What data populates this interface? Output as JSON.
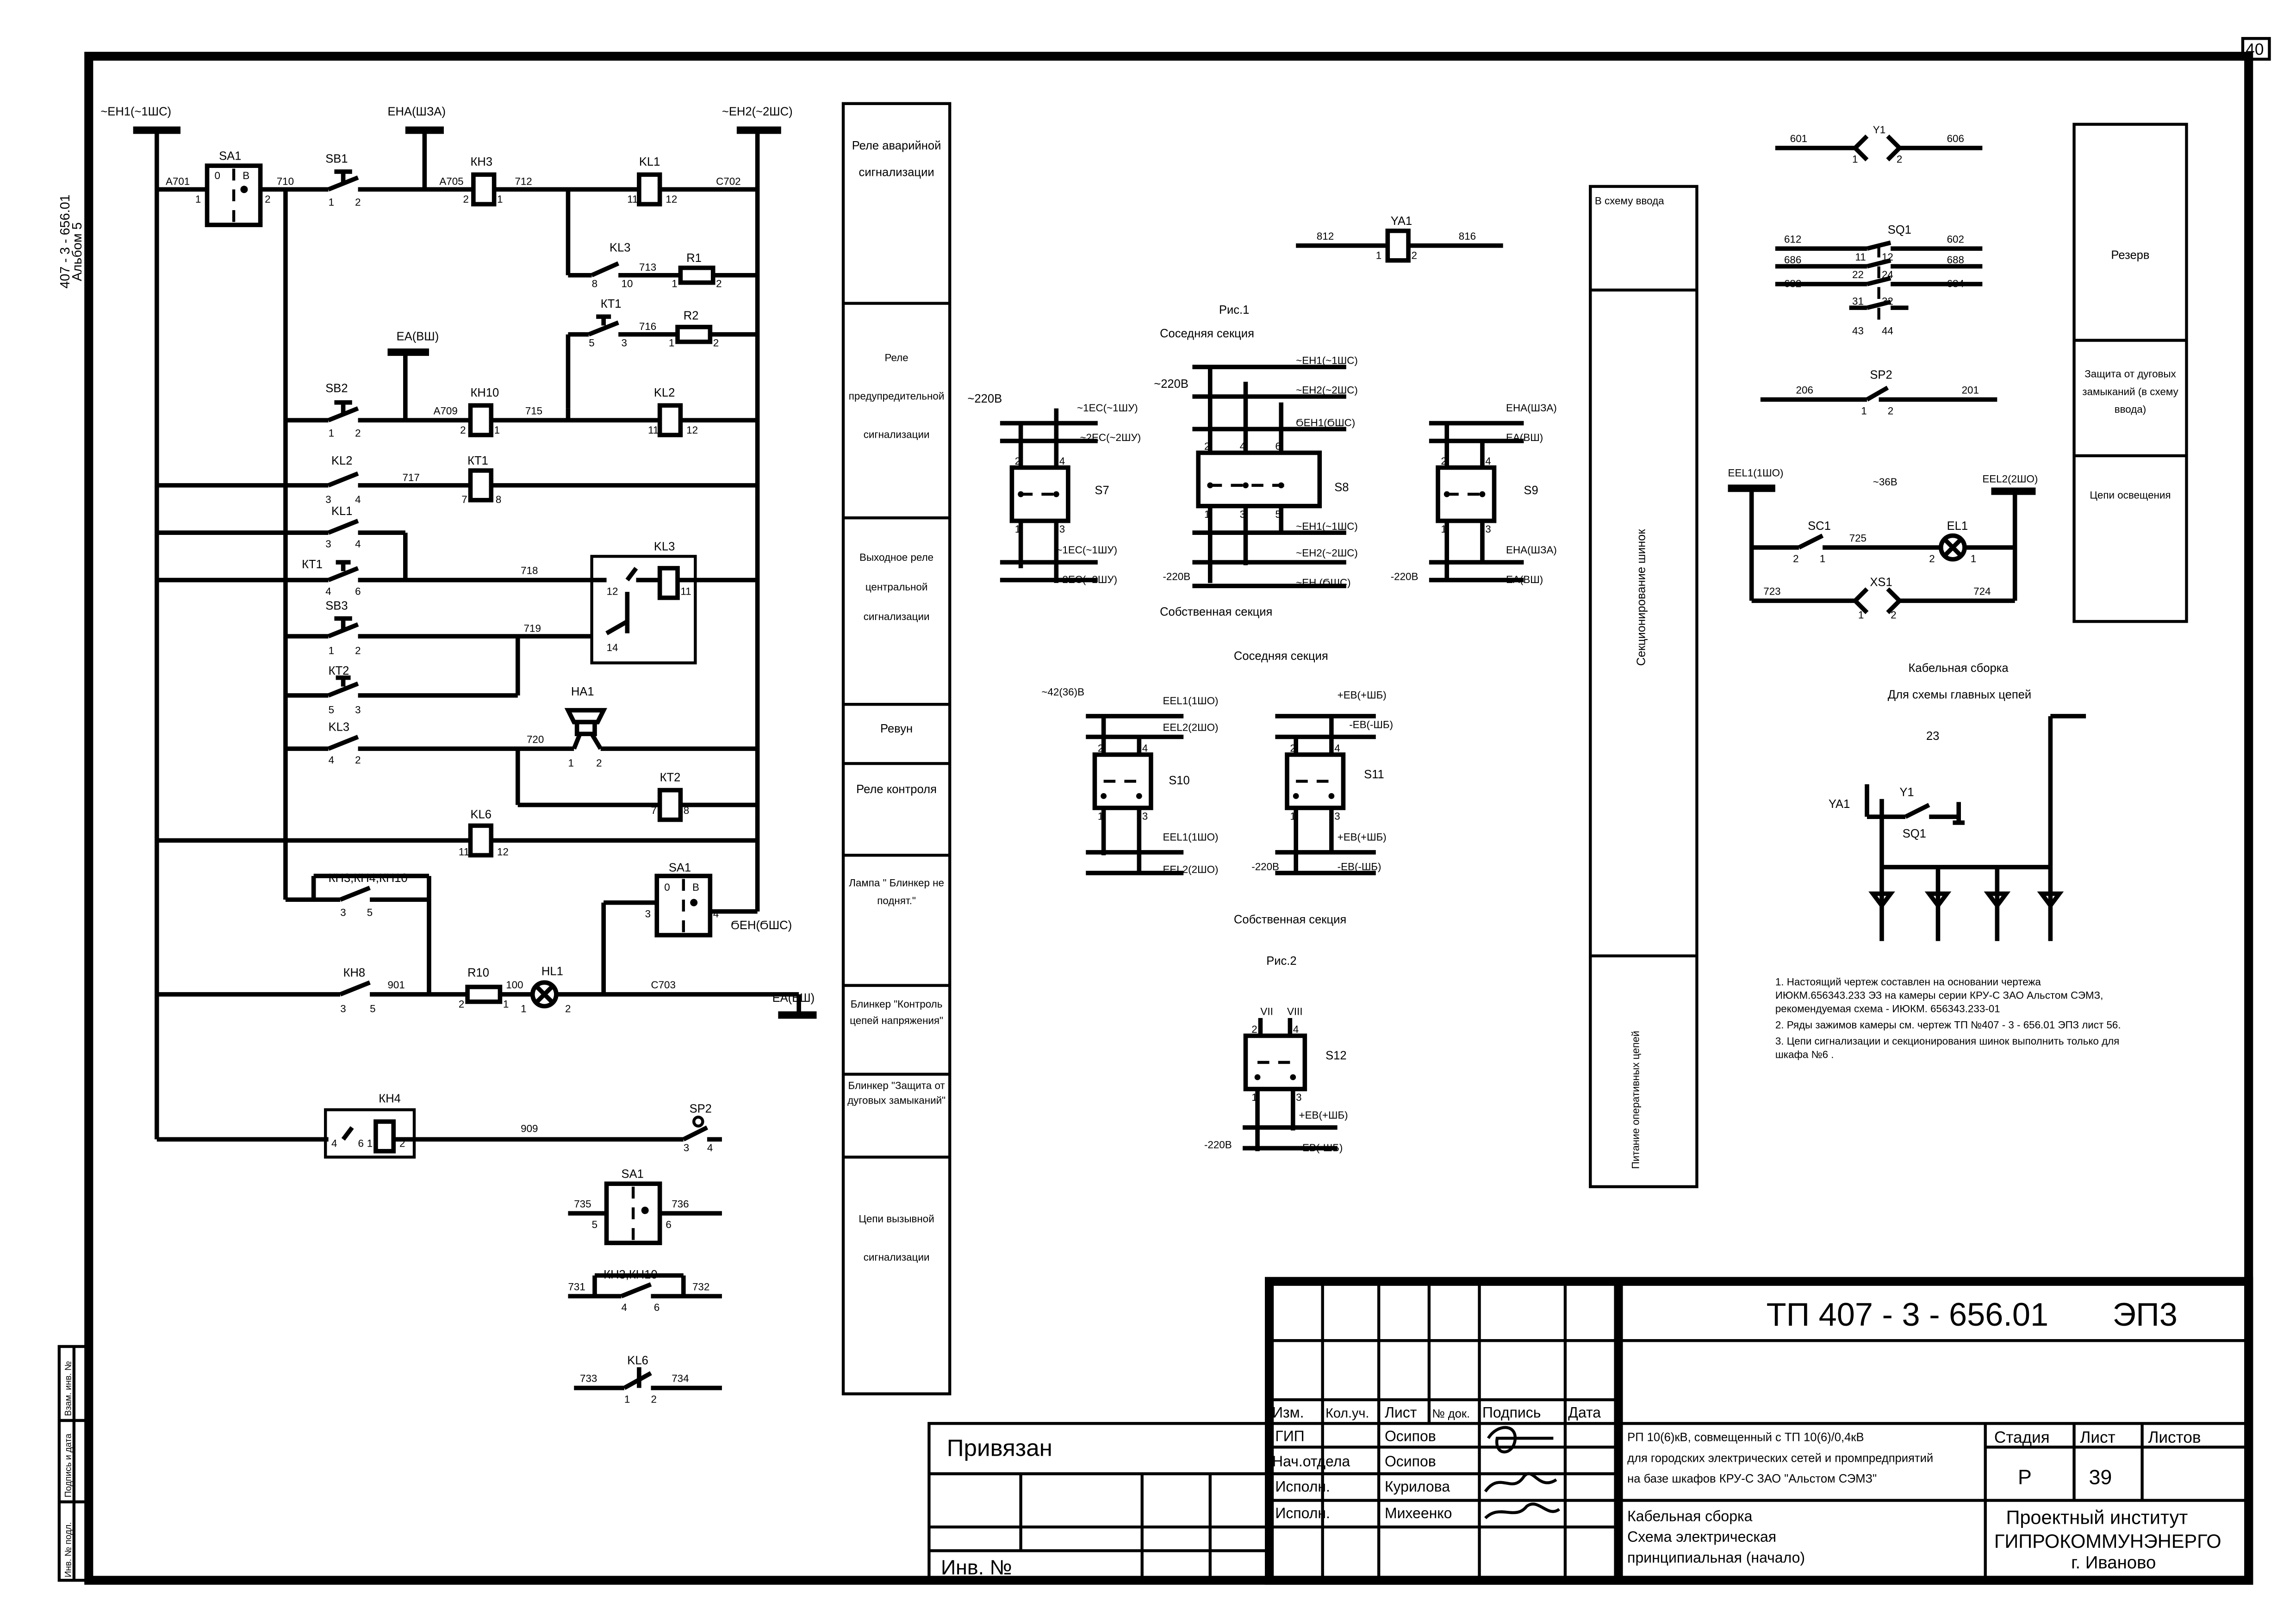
{
  "sheet_corner_number": "40",
  "album": {
    "code": "407 - 3 - 656.01",
    "volume": "Альбом 5"
  },
  "side_stamp": [
    "Инв. № подл.",
    "Подпись и дата",
    "Взам. инв. №"
  ],
  "buses": {
    "eh1": "~ЕН1(~1ШС)",
    "eha": "ЕНА(ШЗА)",
    "eh2": "~ЕН2(~2ШС)",
    "ea": "ЕА(ВШ)",
    "ceh": "ϬЕН(ϬШС)",
    "ea2": "ЕА(ВШ)"
  },
  "elements": {
    "sa1": "SA1",
    "sa1_o": "0",
    "sa1_b": "В",
    "sb1": "SB1",
    "kh3": "КН3",
    "kl1": "KL1",
    "kl3": "KL3",
    "r1": "R1",
    "kt1": "КТ1",
    "r2": "R2",
    "sb2": "SB2",
    "kh10": "КН10",
    "kl2": "KL2",
    "kt1b": "КТ1",
    "sb3": "SB3",
    "kt2": "КТ2",
    "ha1": "НА1",
    "kl6": "KL6",
    "khgroup": "КН3,КН4,КН10",
    "kh8": "КН8",
    "r10": "R10",
    "hl1": "HL1",
    "kh4": "КН4",
    "sp2": "SP2",
    "sa1b": "SA1",
    "khgroup2": "КН3,КН10",
    "kl6b": "KL6",
    "kl2s": "KL2",
    "kl1s": "KL1",
    "kt1s": "КТ1",
    "kl3s": "KL3",
    "kt2s": "КТ2"
  },
  "wires": {
    "a701": "А701",
    "w710": "710",
    "a705": "А705",
    "w712": "712",
    "c702": "С702",
    "w713": "713",
    "w716": "716",
    "a709": "А709",
    "w715": "715",
    "w717": "717",
    "w718": "718",
    "w719": "719",
    "w720": "720",
    "w901": "901",
    "w100": "100",
    "c703": "С703",
    "w909": "909",
    "w735": "735",
    "w736": "736",
    "w731": "731",
    "w732": "732",
    "w733": "733",
    "w734": "734"
  },
  "pins": {
    "p1": "1",
    "p2": "2",
    "p3": "3",
    "p4": "4",
    "p5": "5",
    "p6": "6",
    "p7": "7",
    "p8": "8",
    "p10": "10",
    "p11": "11",
    "p12": "12",
    "p14": "14"
  },
  "legend_panel": [
    "Реле аварийной сигнализации",
    "Реле предупредительной сигнализации",
    "Выходное реле центральной сигнализации",
    "Ревун",
    "Реле контроля",
    "Лампа \" Блинкер не поднят.\"",
    "Блинкер \"Контроль цепей напряжения\"",
    "Блинкер \"Защита от дуговых замыканий\"",
    "Цепи вызывной сигнализации"
  ],
  "center": {
    "ya1": "YA1",
    "w812": "812",
    "w816": "816",
    "fig1": "Рис.1",
    "adjacent": "Соседняя секция",
    "own": "Собственная секция",
    "fig2": "Рис.2",
    "s7": "S7",
    "s8": "S8",
    "s9": "S9",
    "s10": "S10",
    "s11": "S11",
    "s12": "S12",
    "v220": "~220В",
    "v220b": "~220В",
    "v220c": "-220В",
    "v220d": "-220В",
    "v42": "~42(36)В",
    "ec1": "~1ЕС(~1ШУ)",
    "ec2": "~2ЕС(~2ШУ)",
    "eh1": "~ЕН1(~1ШС)",
    "eh2": "~ЕН2(~2ШС)",
    "ceh": "ϬЕН1(ϬШС)",
    "eh": "~ЕН (ϬШС)",
    "eha": "ЕНА(ШЗА)",
    "ea": "ЕА(ВШ)",
    "eel1": "ЕЕL1(1ШО)",
    "eel2": "ЕЕL2(2ШО)",
    "ebp": "+ЕВ(+ШБ)",
    "ebm": "-ЕВ(-ШБ)",
    "vii": "VII",
    "viii": "VIII"
  },
  "middle_panel": {
    "top": "В схему ввода",
    "mid": "Секционирование шинок",
    "bottom": "Питание оперативных цепей"
  },
  "right": {
    "y1": "Y1",
    "w601": "601",
    "w606": "606",
    "sq1": "SQ1",
    "w612": "612",
    "w602": "602",
    "w686": "686",
    "w688": "688",
    "w682": "682",
    "w684": "684",
    "p11": "11",
    "p12": "12",
    "p22": "22",
    "p24": "24",
    "p31": "31",
    "p32": "32",
    "p43": "43",
    "p44": "44",
    "sp2": "SP2",
    "w206": "206",
    "w201": "201",
    "eel1": "ЕЕL1(1ШО)",
    "v36": "~36В",
    "eel2": "ЕЕL2(2ШО)",
    "sc1": "SC1",
    "w725": "725",
    "el1": "EL1",
    "xs1": "XS1",
    "w723": "723",
    "w724": "724",
    "cable_title": "Кабельная сборка",
    "main_circuits": "Для схемы главных цепей",
    "n23": "23",
    "ya1": "YA1",
    "y1b": "Y1",
    "sq1b": "SQ1"
  },
  "right_panel": [
    "Резерв",
    "Защита от дуговых замыканий (в схему ввода)",
    "Цепи освещения"
  ],
  "notes": [
    "1. Настоящий чертеж составлен на основании чертежа ИЮКМ.656343.233 ЭЗ на камеры серии КРУ-С ЗАО Альстом СЭМЗ, рекомендуемая схема - ИЮКМ. 656343.233-01",
    "2. Ряды зажимов камеры см. чертеж ТП №407 - 3 - 656.01 ЭПЗ лист 56.",
    "3. Цепи сигнализации и секционирования шинок выполнить только для шкафа №6 ."
  ],
  "title_block": {
    "code": "ТП  407 - 3 - 656.01",
    "mark": "ЭП3",
    "bound": "Привязан",
    "inv": "Инв. №",
    "cols": [
      "Изм.",
      "Кол.уч.",
      "Лист",
      "№ док.",
      "Подпись",
      "Дата"
    ],
    "rows": [
      {
        "role": "ГИП",
        "name": "Осипов"
      },
      {
        "role": "Нач.отдела",
        "name": "Осипов"
      },
      {
        "role": "Исполн.",
        "name": "Курилова"
      },
      {
        "role": "Исполн.",
        "name": "Михеенко"
      }
    ],
    "project": [
      "РП 10(6)кВ, совмещенный с ТП 10(6)/0,4кВ",
      "для городских электрических сетей и промпредприятий",
      "на базе шкафов КРУ-С ЗАО \"Альстом СЭМЗ\""
    ],
    "drawing": [
      "Кабельная сборка",
      "Схема электрическая",
      "принципиальная (начало)"
    ],
    "stage_h": "Стадия",
    "sheet_h": "Лист",
    "sheets_h": "Листов",
    "stage": "Р",
    "sheet": "39",
    "sheets": "",
    "org": [
      "Проектный институт",
      "ГИПРОКОММУНЭНЕРГО",
      "г. Иваново"
    ]
  }
}
